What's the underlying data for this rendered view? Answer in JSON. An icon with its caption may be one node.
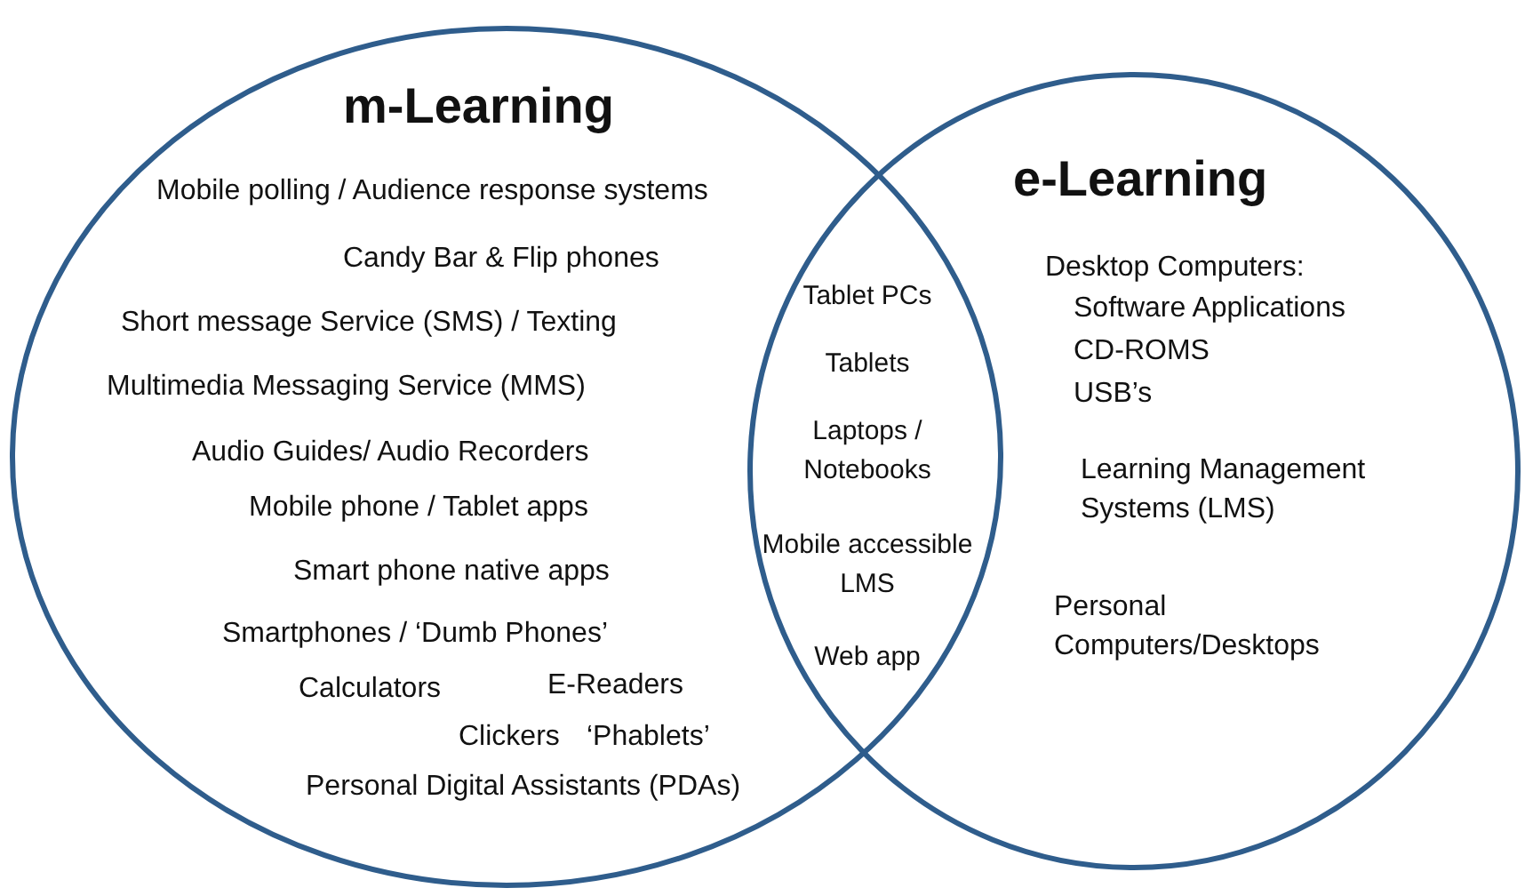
{
  "diagram": {
    "nodes": [
      {
        "text": [
          "m-Learning"
        ]
      },
      {
        "text": [
          "e-Learning"
        ]
      }
    ],
    "labels": [
      "Mobile polling / Audience response systems",
      "Candy Bar & Flip phones",
      "Short message Service (SMS) / Texting",
      "Multimedia Messaging Service (MMS)",
      "Audio Guides/ Audio Recorders",
      "Mobile phone / Tablet apps",
      "Smart phone native apps",
      "Smartphones / ‘Dumb Phones’",
      "Calculators",
      "E-Readers",
      "Clickers",
      "‘Phablets’",
      "Personal Digital Assistants (PDAs)",
      "Tablet PCs",
      "Tablets",
      "Laptops / Notebooks",
      "Mobile accessible LMS",
      "Web app",
      "Desktop Computers:",
      "Software Applications",
      "CD-ROMS",
      "USB’s",
      "Learning Management Systems (LMS)",
      "Personal Computers/Desktops"
    ]
  }
}
